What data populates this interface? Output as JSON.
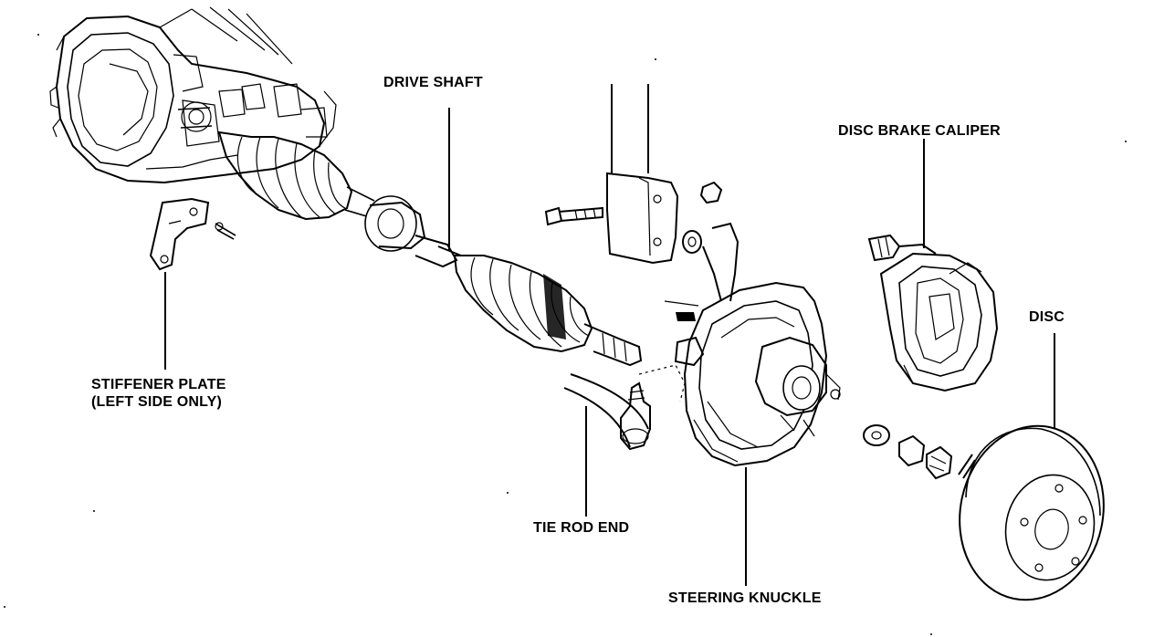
{
  "labels": {
    "drive_shaft": "DRIVE SHAFT",
    "disc_brake_caliper": "DISC BRAKE CALIPER",
    "disc": "DISC",
    "stiffener_plate_line1": "STIFFENER PLATE",
    "stiffener_plate_line2": "(LEFT SIDE ONLY)",
    "tie_rod_end": "TIE ROD END",
    "steering_knuckle": "STEERING KNUCKLE"
  },
  "colors": {
    "ink": "#000000",
    "paper": "#ffffff"
  }
}
